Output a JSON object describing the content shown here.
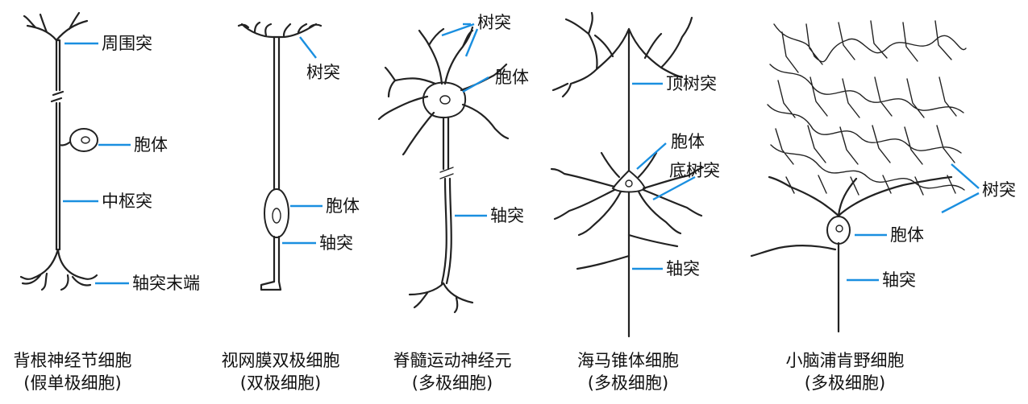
{
  "neurons": [
    {
      "caption": [
        "背根神经节细胞",
        "(假单极细胞)"
      ],
      "labels": [
        "周围突",
        "胞体",
        "中枢突",
        "轴突末端"
      ]
    },
    {
      "caption": [
        "视网膜双极细胞",
        "(双极细胞)"
      ],
      "labels": [
        "树突",
        "胞体",
        "轴突"
      ]
    },
    {
      "caption": [
        "脊髓运动神经元",
        "(多极细胞)"
      ],
      "labels": [
        "树突",
        "胞体",
        "轴突"
      ]
    },
    {
      "caption": [
        "海马锥体细胞",
        "(多极细胞)"
      ],
      "labels": [
        "顶树突",
        "胞体",
        "底树突",
        "轴突"
      ]
    },
    {
      "caption": [
        "小脑浦肯野细胞",
        "(多极细胞)"
      ],
      "labels": [
        "树突",
        "胞体",
        "轴突"
      ]
    }
  ],
  "colors": {
    "leader_line": "#1a8fe0",
    "ink": "#222222"
  }
}
